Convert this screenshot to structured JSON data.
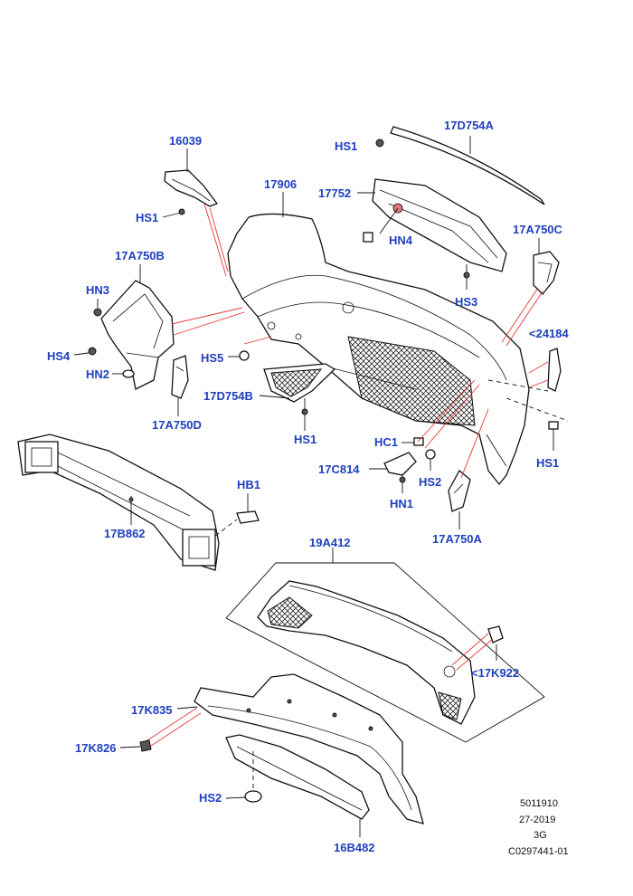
{
  "callouts": {
    "p16039": "16039",
    "hs1_a": "HS1",
    "p17906": "17906",
    "p17d754a": "17D754A",
    "hs1_b": "HS1",
    "p17752": "17752",
    "hn4": "HN4",
    "p17a750c": "17A750C",
    "hs3": "HS3",
    "p17a750b": "17A750B",
    "hn3": "HN3",
    "hs4": "HS4",
    "hn2": "HN2",
    "hs5": "HS5",
    "p17d754b": "17D754B",
    "p17a750d": "17A750D",
    "hs1_c": "HS1",
    "p24184": "<24184",
    "hc1": "HC1",
    "p17c814": "17C814",
    "hs2_a": "HS2",
    "hn1": "HN1",
    "hs1_d": "HS1",
    "p17a750a": "17A750A",
    "hb1": "HB1",
    "p17b862": "17B862",
    "p19a412": "19A412",
    "p17k922": "<17K922",
    "p17k835": "17K835",
    "p17k826": "17K826",
    "hs2_b": "HS2",
    "p16b482": "16B482"
  },
  "reference": {
    "line1": "5011910",
    "line2": "27-2019",
    "line3": "3G",
    "line4": "C0297441-01"
  },
  "colors": {
    "callout": "#1f3fbf",
    "leader_red": "#e53935"
  }
}
